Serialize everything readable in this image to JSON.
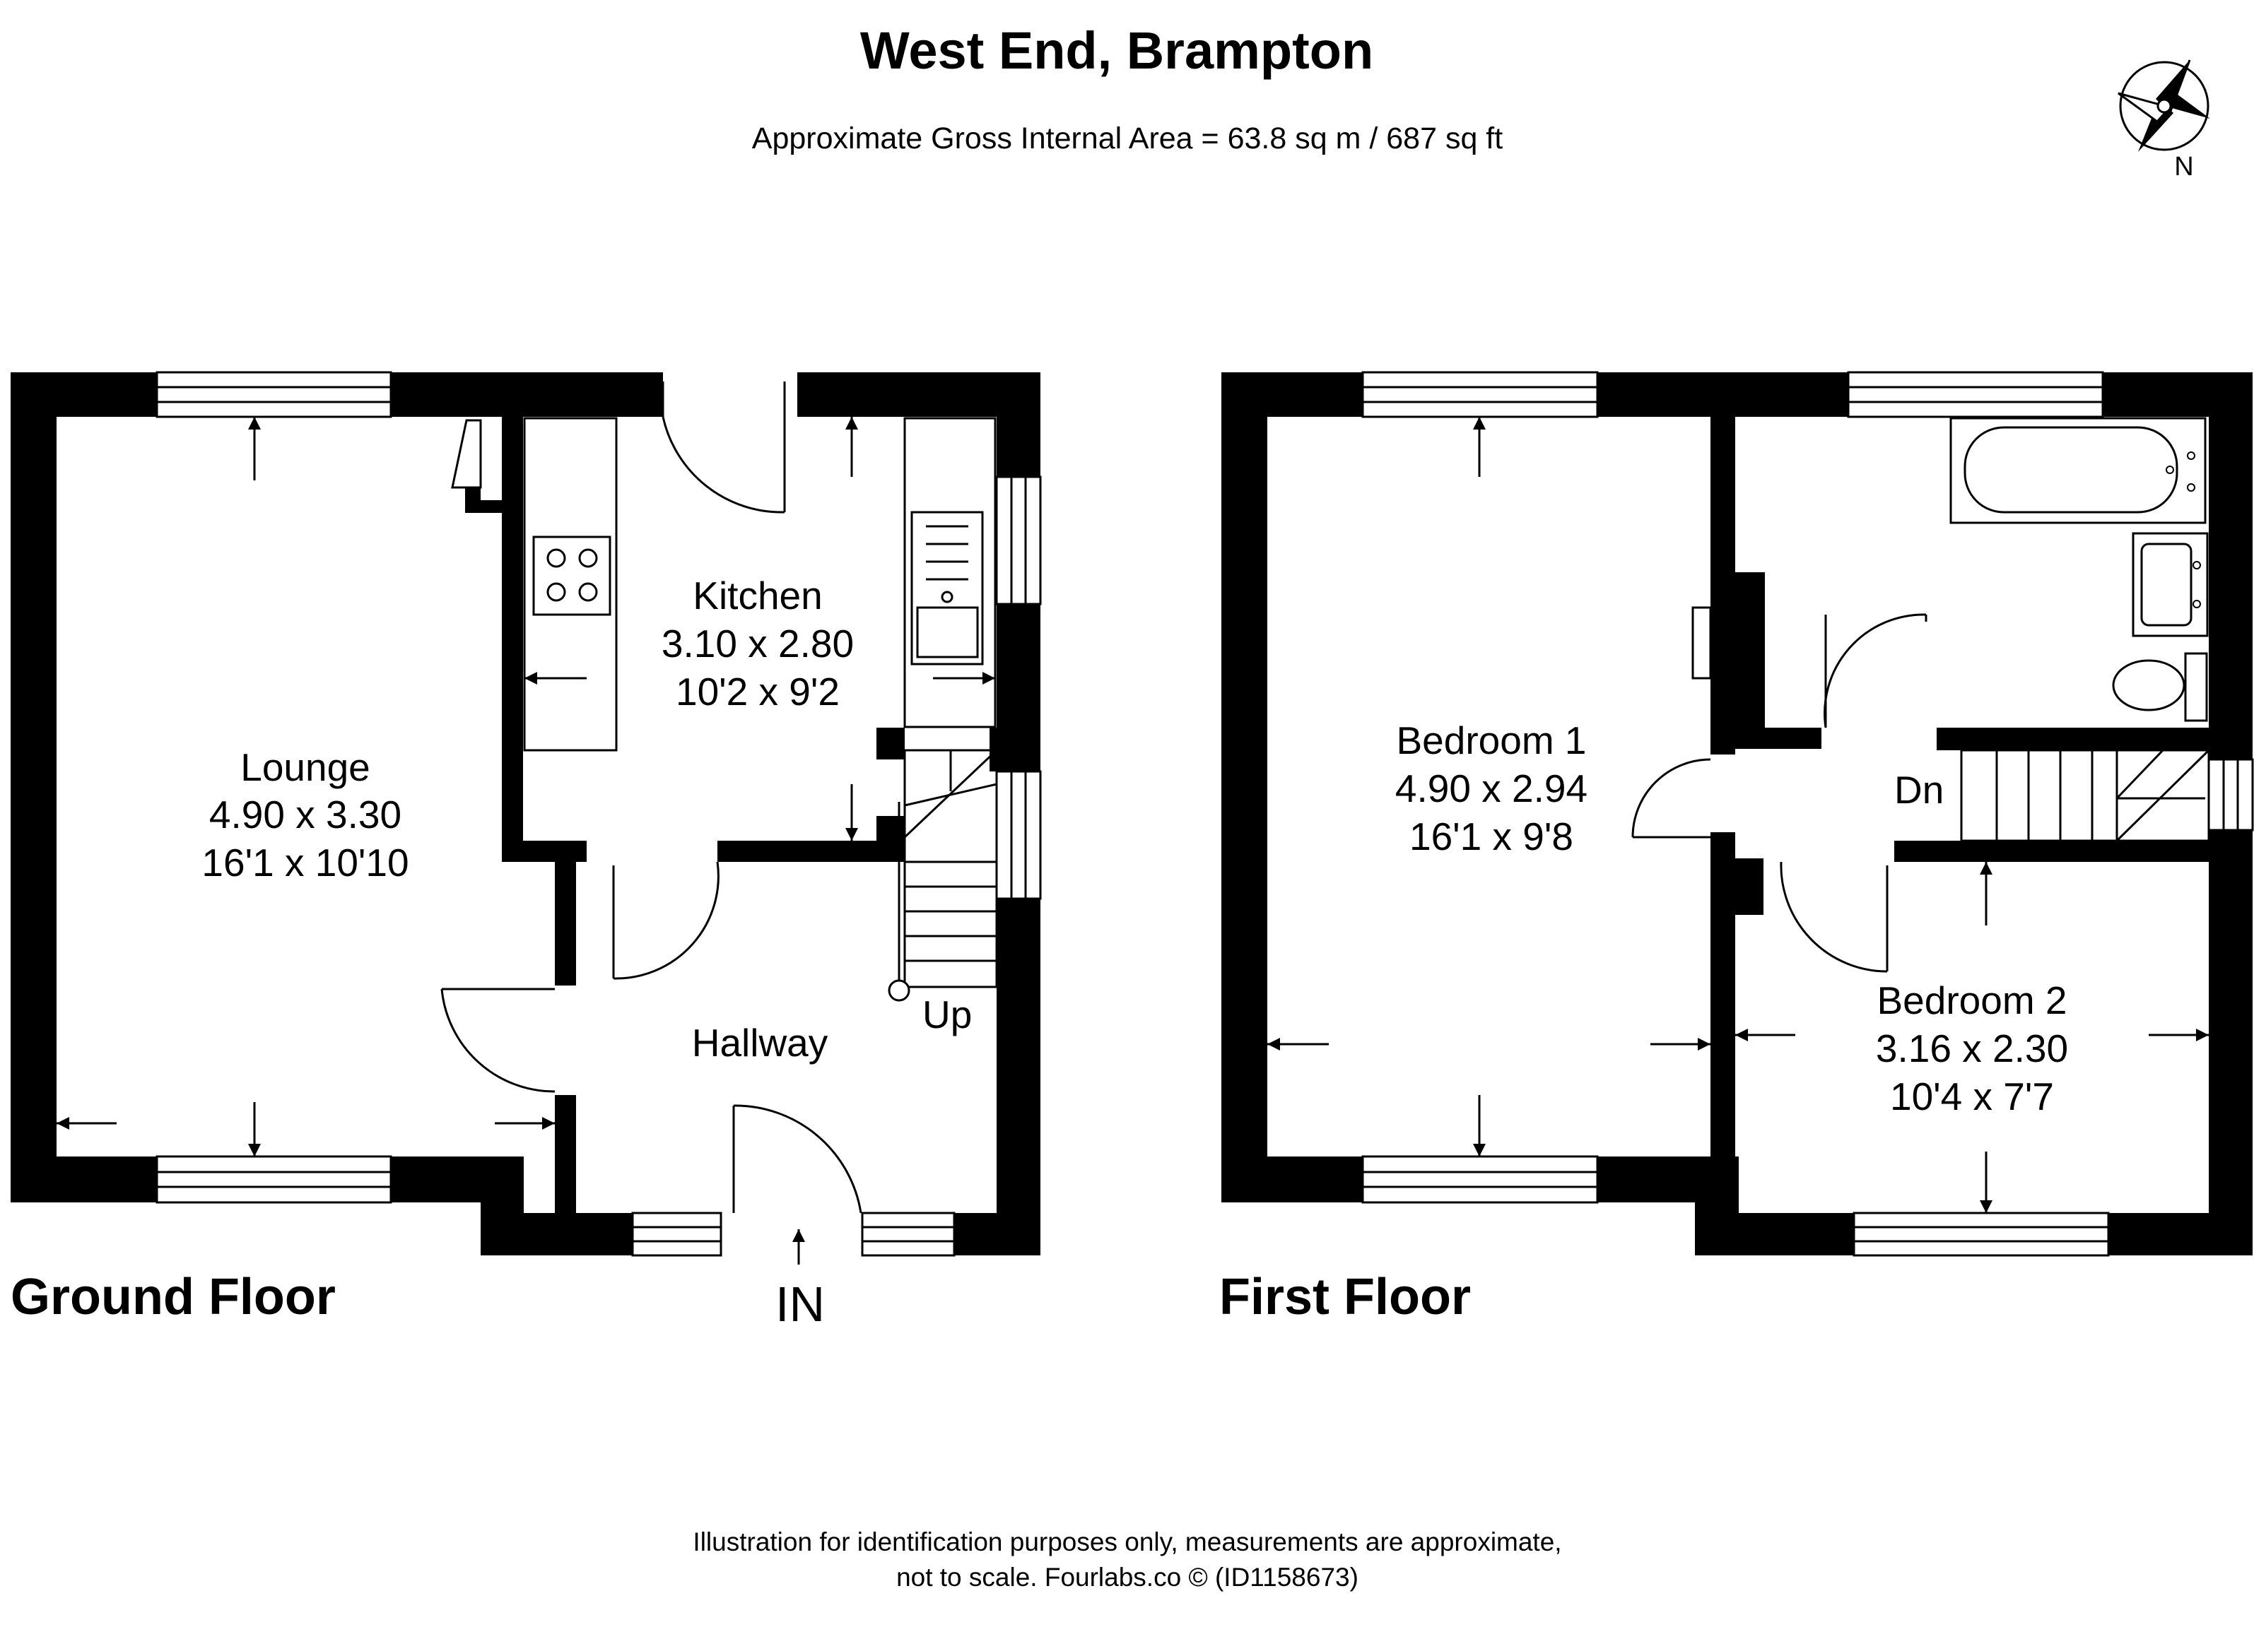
{
  "title": "West End, Brampton",
  "subtitle": "Approximate Gross Internal Area = 63.8 sq m / 687 sq ft",
  "compass_letter": "N",
  "entrance_label": "IN",
  "ground_floor": {
    "label": "Ground Floor",
    "stairs_label": "Up",
    "rooms": [
      {
        "name": "Lounge",
        "metric": "4.90 x 3.30",
        "imperial": "16'1 x 10'10"
      },
      {
        "name": "Kitchen",
        "metric": "3.10 x 2.80",
        "imperial": "10'2 x 9'2"
      },
      {
        "name": "Hallway",
        "metric": "",
        "imperial": ""
      }
    ]
  },
  "first_floor": {
    "label": "First Floor",
    "stairs_label": "Dn",
    "rooms": [
      {
        "name": "Bedroom 1",
        "metric": "4.90 x 2.94",
        "imperial": "16'1 x 9'8"
      },
      {
        "name": "Bedroom 2",
        "metric": "3.16 x 2.30",
        "imperial": "10'4 x 7'7"
      }
    ]
  },
  "footer": {
    "line1": "Illustration for identification purposes only, measurements are approximate,",
    "line2": "not to scale. Fourlabs.co © (ID1158673)"
  }
}
